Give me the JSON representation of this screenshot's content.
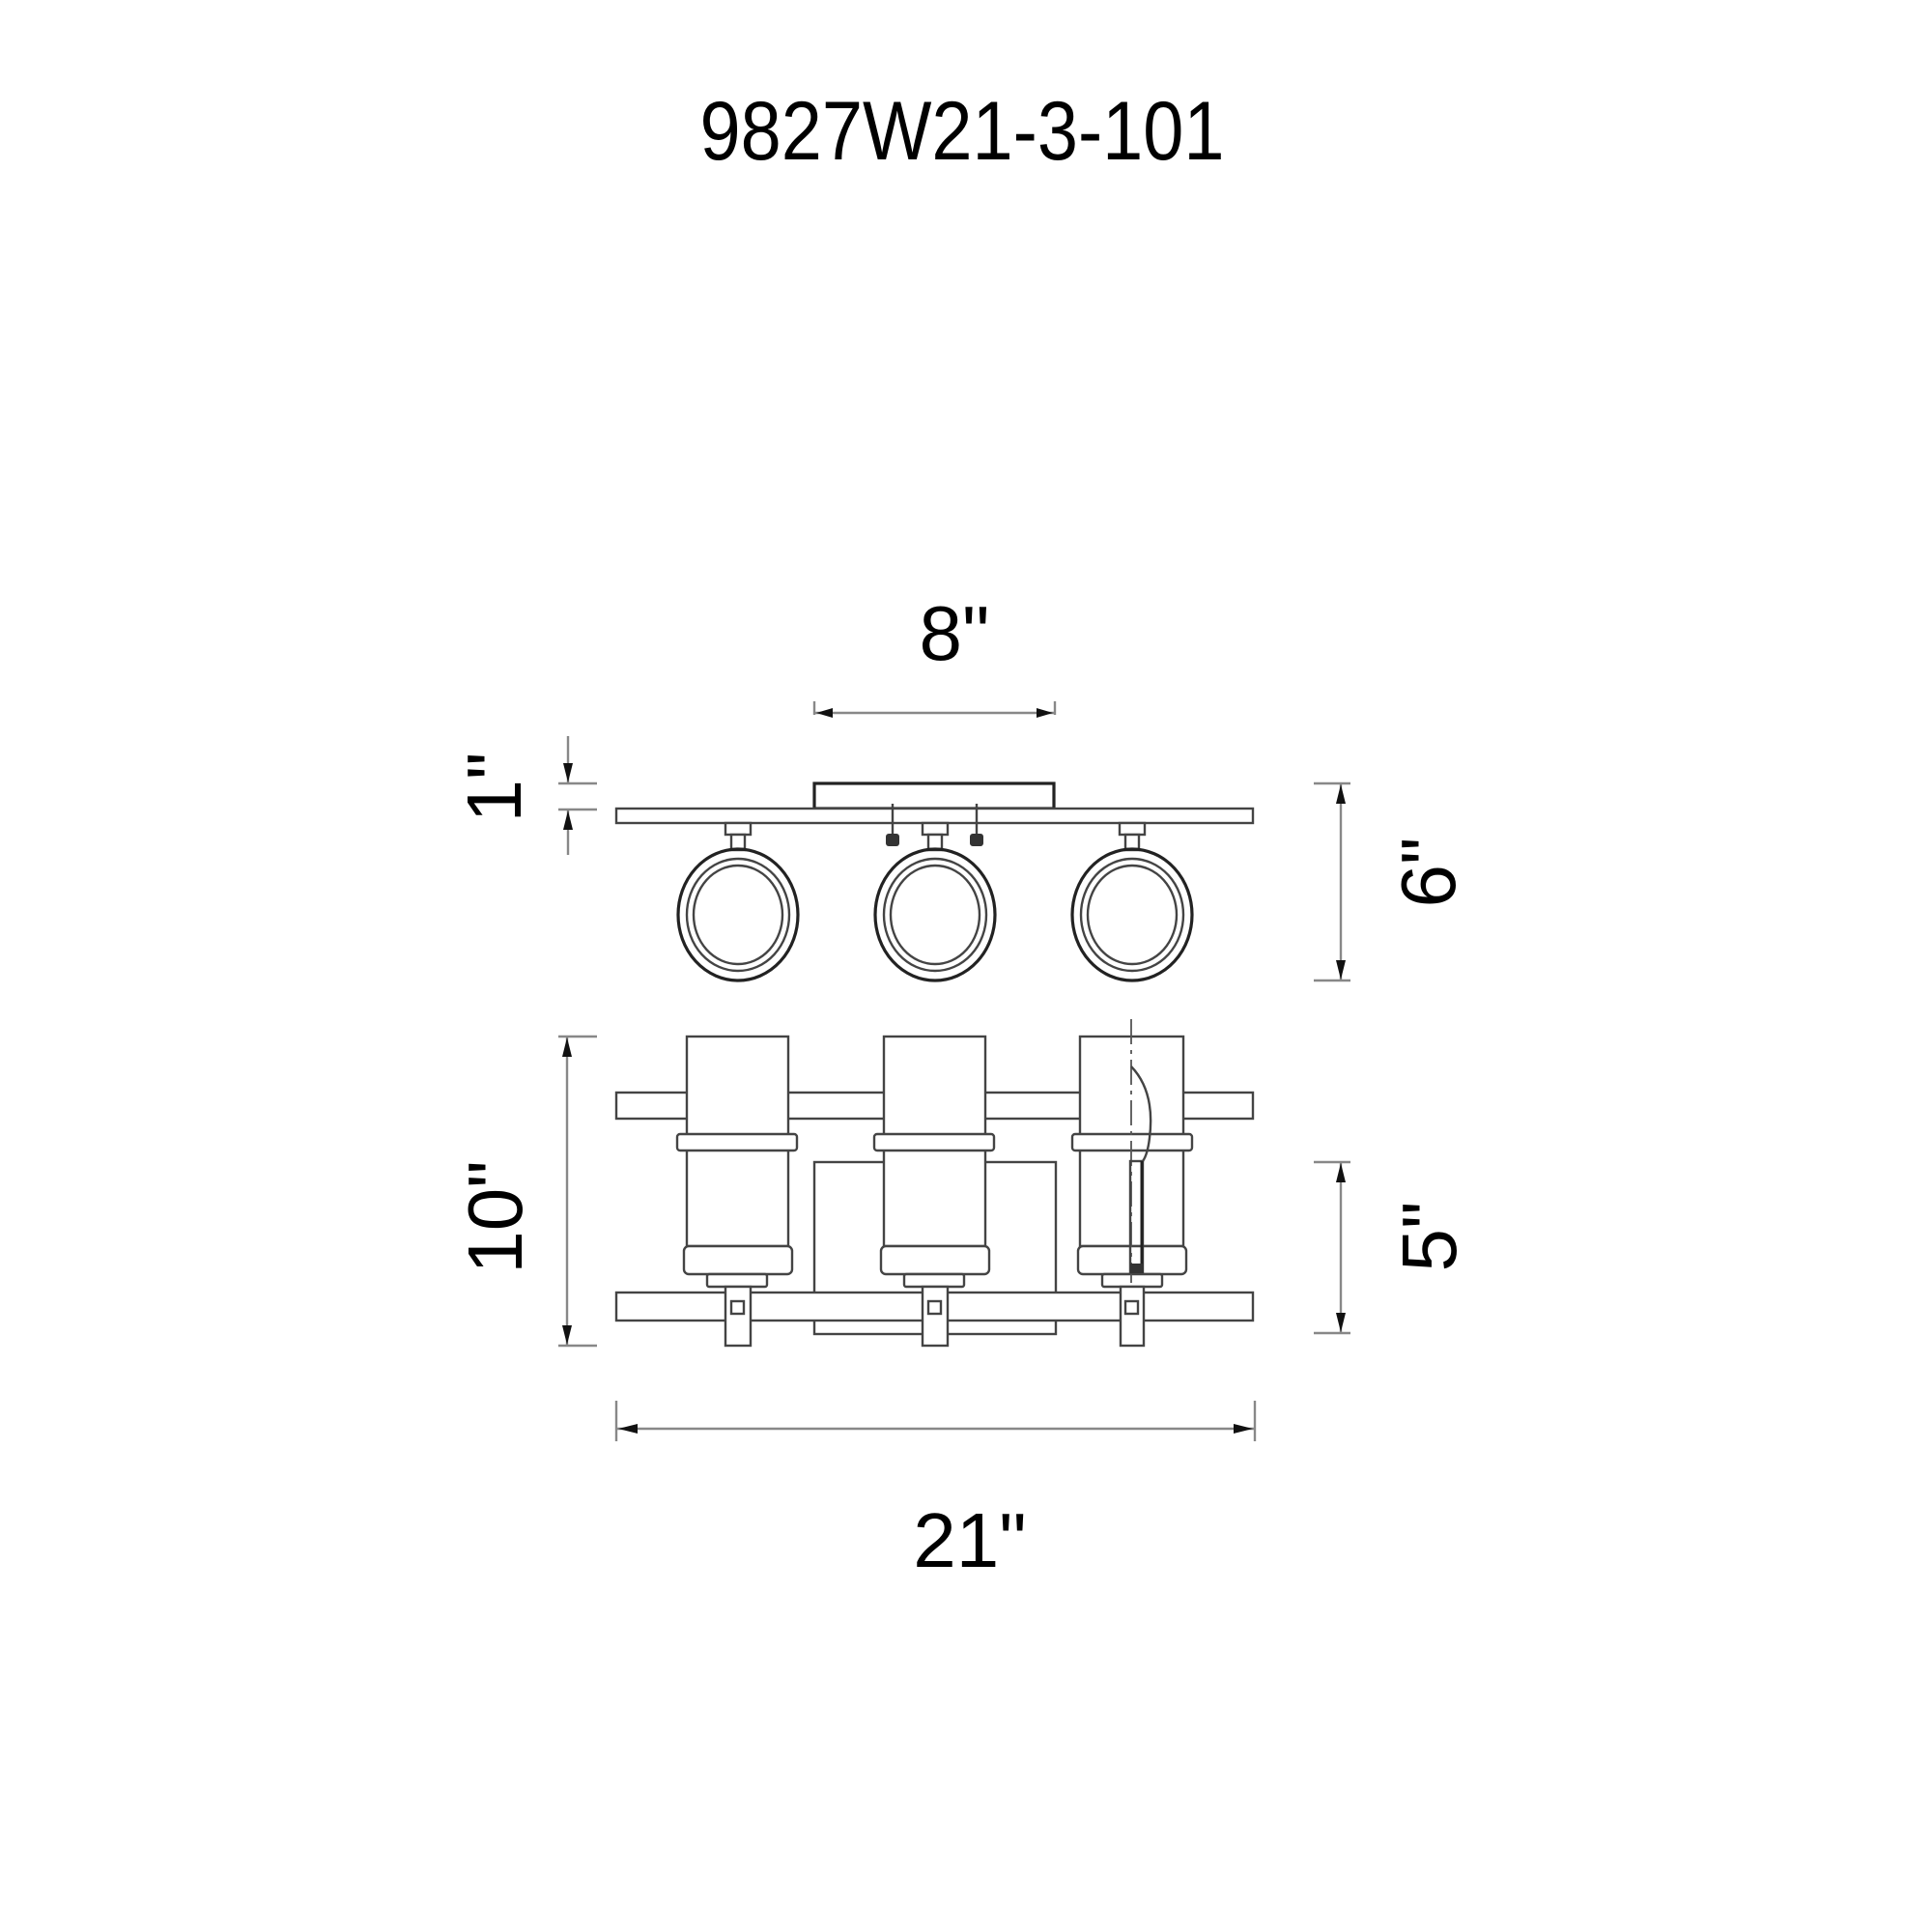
{
  "title": "9827W21-3-101",
  "colors": {
    "background": "#ffffff",
    "line": "#444444",
    "dimension_line": "#888888",
    "text": "#000000"
  },
  "views": {
    "top_view": {
      "description": "Top view: canopy, mounting bar, three ring shade tops",
      "shade_count": 3
    },
    "front_view": {
      "description": "Front view: two horizontal bars, back plate, three cylindrical shades, one with candle bulb shown",
      "shade_count": 3
    }
  },
  "dimensions": {
    "canopy_width": "8\"",
    "canopy_depth": "1\"",
    "depth": "6\"",
    "height": "10\"",
    "backplate_height": "5\"",
    "width": "21\""
  }
}
